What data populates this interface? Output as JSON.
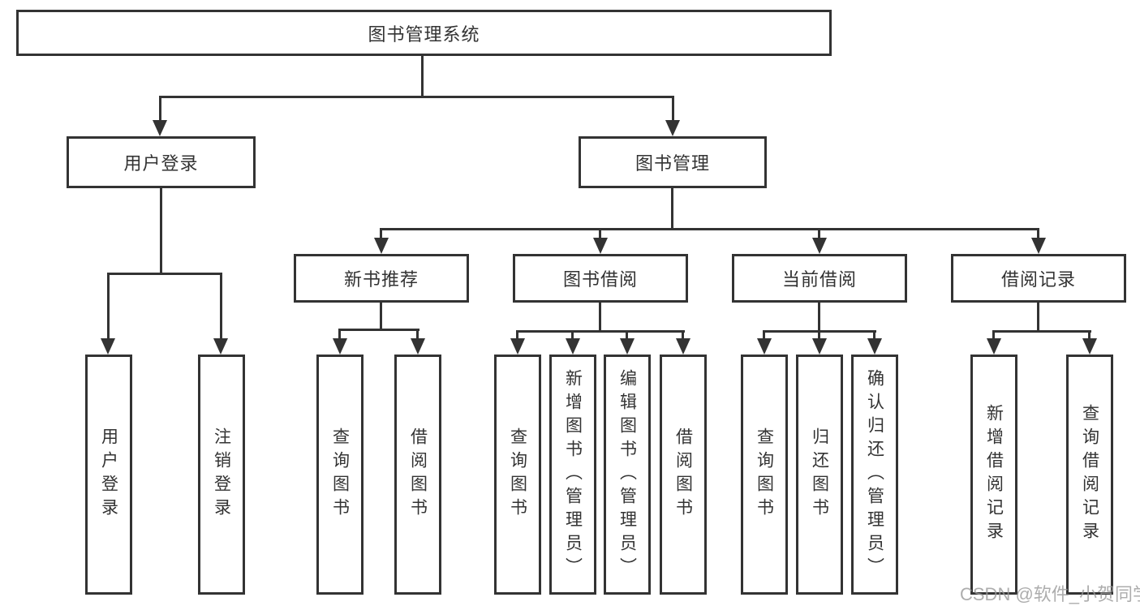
{
  "nodes": {
    "root": "图书管理系统",
    "user_login": "用户登录",
    "book_mgmt": "图书管理",
    "new_book_rec": "新书推荐",
    "book_borrow": "图书借阅",
    "current_borrow": "当前借阅",
    "borrow_records": "借阅记录",
    "leaf_user_login": "用户登录",
    "leaf_logout": "注销登录",
    "leaf_query_books_rec": "查询图书",
    "leaf_borrow_books_rec": "借阅图书",
    "leaf_query_books_bor": "查询图书",
    "leaf_add_books": "新增图书（管理员）",
    "leaf_edit_books": "编辑图书（管理员）",
    "leaf_borrow_books_bor": "借阅图书",
    "leaf_query_books_cur": "查询图书",
    "leaf_return_books": "归还图书",
    "leaf_confirm_return": "确认归还（管理员）",
    "leaf_add_borrow_record": "新增借阅记录",
    "leaf_query_borrow_record": "查询借阅记录"
  },
  "watermark": "CSDN @软件_小贺同学",
  "colors": {
    "line": "#333333",
    "text": "#333333",
    "background": "#ffffff",
    "watermark": "#999999"
  }
}
